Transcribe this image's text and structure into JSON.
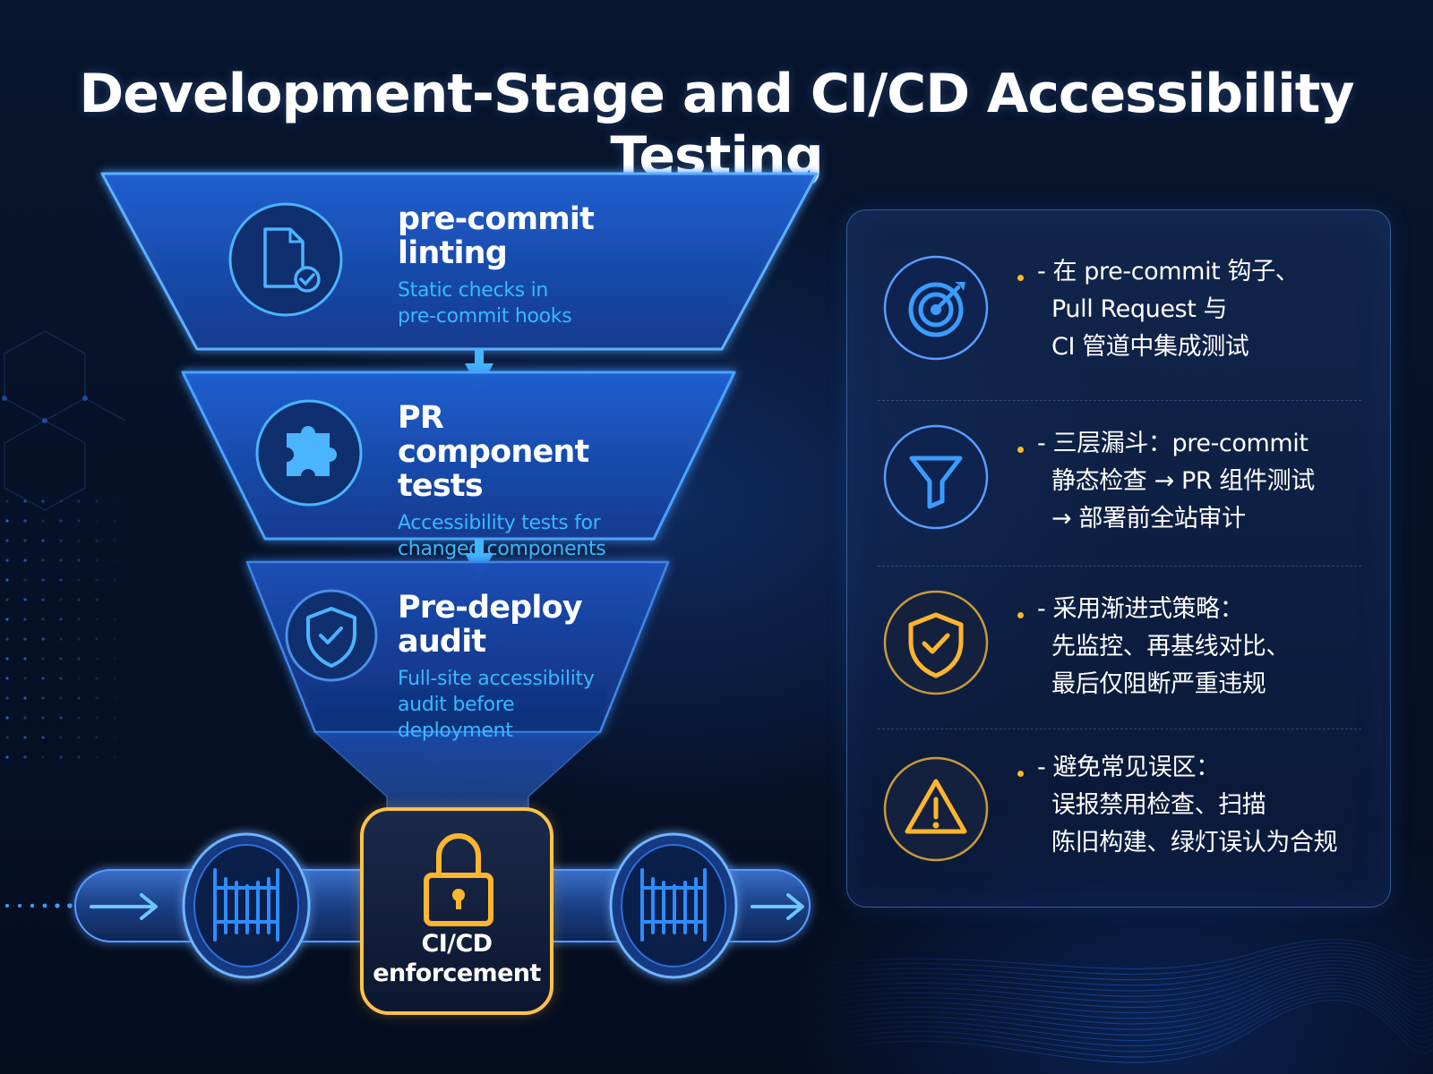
{
  "title": "Development-Stage and CI/CD Accessibility Testing",
  "colors": {
    "background": "#061126",
    "accent_blue": "#38b9ff",
    "funnel_glow": "#3a8cff",
    "gate_gold": "#ffb62e",
    "text": "#ffffff"
  },
  "funnel": {
    "stages": [
      {
        "title_lines": [
          "pre-commit",
          "linting"
        ],
        "desc_lines": [
          "Static checks in",
          "pre-commit hooks"
        ],
        "icon": "document-check-icon"
      },
      {
        "title_lines": [
          "PR component",
          "tests"
        ],
        "desc_lines": [
          "Accessibility tests for",
          "changed components"
        ],
        "icon": "puzzle-piece-icon"
      },
      {
        "title_lines": [
          "Pre-deploy",
          "audit"
        ],
        "desc_lines": [
          "Full-site accessibility",
          "audit before deployment"
        ],
        "icon": "shield-check-icon"
      }
    ]
  },
  "pipeline": {
    "gate_label_lines": [
      "CI/CD",
      "enforcement"
    ],
    "gate_icon": "padlock-icon",
    "side_icons": [
      "fence-gate-icon",
      "fence-gate-icon"
    ],
    "arrow_icons": [
      "arrow-right-icon",
      "arrow-right-icon"
    ]
  },
  "panel": {
    "items": [
      {
        "icon": "target-icon",
        "icon_color": "#3a9cff",
        "lines": [
          "- 在 pre-commit 钩子、",
          "Pull Request 与",
          "CI 管道中集成测试"
        ]
      },
      {
        "icon": "funnel-icon",
        "icon_color": "#3a9cff",
        "lines": [
          "- 三层漏斗：pre-commit",
          "静态检查 → PR 组件测试",
          "→ 部署前全站审计"
        ]
      },
      {
        "icon": "shield-check-icon",
        "icon_color": "#ffb62e",
        "lines": [
          "- 采用渐进式策略：",
          "先监控、再基线对比、",
          "最后仅阻断严重违规"
        ]
      },
      {
        "icon": "warning-icon",
        "icon_color": "#ffb62e",
        "lines": [
          "- 避免常见误区：",
          "误报禁用检查、扫描",
          "陈旧构建、绿灯误认为合规"
        ]
      }
    ]
  }
}
